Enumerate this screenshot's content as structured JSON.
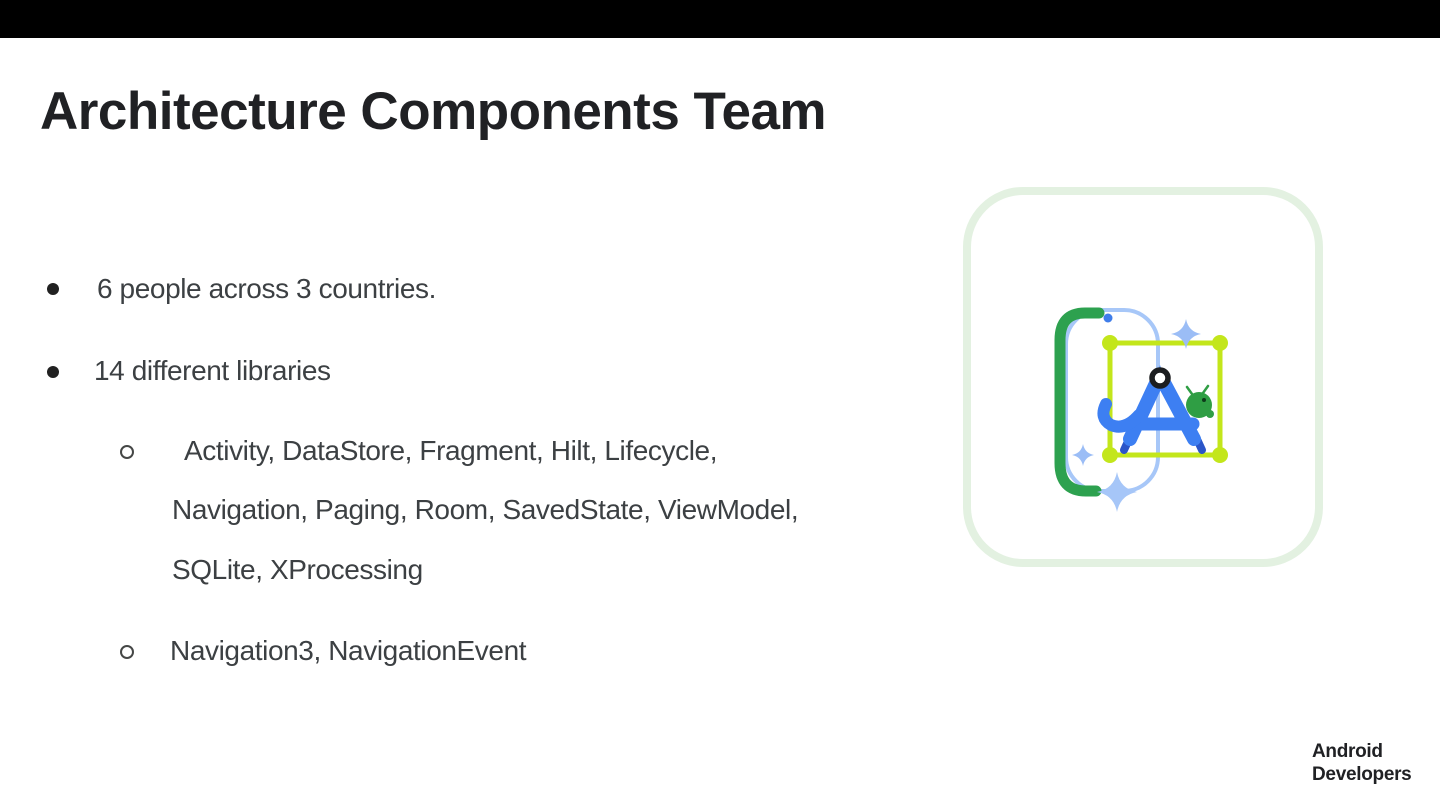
{
  "slide": {
    "title": "Architecture Components Team",
    "bullets": [
      {
        "label": "6 people across 3 countries."
      },
      {
        "label": "14 different libraries",
        "sub_items": [
          {
            "lines": [
              "Activity, DataStore, Fragment, Hilt, Lifecycle,",
              "Navigation, Paging, Room, SavedState, ViewModel,",
              "SQLite, XProcessing"
            ]
          },
          {
            "lines": [
              "Navigation3, NavigationEvent"
            ]
          }
        ]
      }
    ]
  },
  "illustration": {
    "name": "android-studio-sticker",
    "colors": {
      "card_border": "#e3f1e1",
      "bracket_green": "#2da14f",
      "selection_lime": "#c3e61b",
      "phone_blue": "#a7c7f8",
      "compass_blue": "#3d7ff2",
      "compass_tip_blue": "#2b55c8",
      "robot_green": "#2f9e44",
      "sparkle_blue": "#9bbdf6",
      "hinge_black": "#1b1d20"
    }
  },
  "brand": {
    "line1": "Android",
    "line2": "Developers"
  },
  "colors": {
    "letterbox": "#000000",
    "title_text": "#202124",
    "body_text": "#3c4043"
  }
}
